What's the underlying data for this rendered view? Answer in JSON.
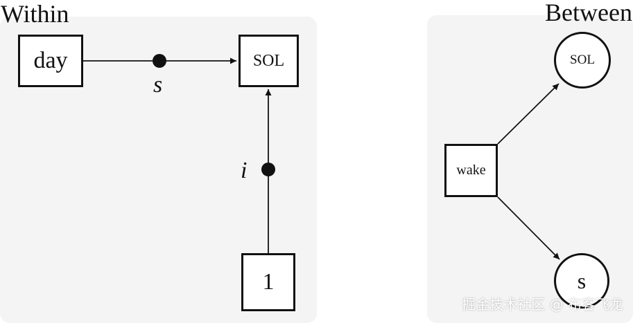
{
  "panels": {
    "within": {
      "title": "Within",
      "nodes": {
        "day": "day",
        "sol": "SOL",
        "one": "1"
      },
      "path_labels": {
        "s": "s",
        "i": "i"
      }
    },
    "between": {
      "title": "Between",
      "nodes": {
        "wake": "wake",
        "sol": "SOL",
        "s": "s"
      }
    }
  },
  "edges": [
    {
      "from": "day",
      "to": "SOL",
      "panel": "within",
      "random_slope_label": "s"
    },
    {
      "from": "1",
      "to": "SOL",
      "panel": "within",
      "random_slope_label": "i"
    },
    {
      "from": "wake",
      "to": "SOL",
      "panel": "between"
    },
    {
      "from": "wake",
      "to": "s",
      "panel": "between"
    }
  ],
  "colors": {
    "panel_background": "#f4f4f4",
    "ink": "#111111",
    "watermark": "#ffffff"
  },
  "watermark": "掘金技术社区 @ 布客飞龙"
}
